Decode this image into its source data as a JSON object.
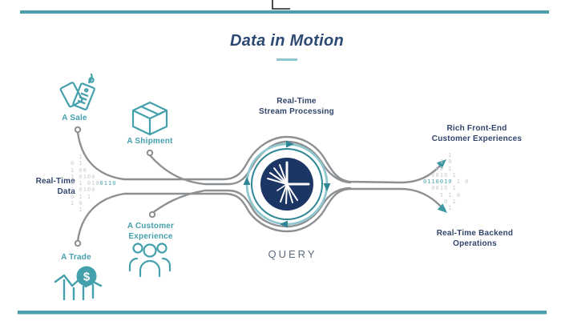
{
  "title": {
    "text": "Data in Motion"
  },
  "colors": {
    "bar_teal": "#499fab",
    "icon_teal": "#44a0ac",
    "ring_light": "#8fc7ce",
    "ring_dark": "#2f8795",
    "navy_text": "#31456b",
    "logo_navy": "#1b3565",
    "flow_gray": "#8d9093",
    "digit_gray": "#c6ccd3",
    "digit_teal": "#4aa3ae"
  },
  "sources": {
    "sale": {
      "label": "A Sale"
    },
    "shipment": {
      "label": "A Shipment"
    },
    "customer": {
      "line1": "A Customer",
      "line2": "Experience"
    },
    "trade": {
      "label": "A Trade"
    },
    "realtime_data": {
      "line1": "Real-Time",
      "line2": "Data"
    }
  },
  "center": {
    "label_line1": "Real-Time",
    "label_line2": "Stream Processing",
    "query": "QUERY"
  },
  "outputs": {
    "front_end": {
      "line1": "Rich Front-End",
      "line2": "Customer Experiences"
    },
    "backend": {
      "line1": "Real-Time Backend",
      "line2": "Operations"
    }
  },
  "icons": {
    "dollar_symbol": "$"
  },
  "binary_left": {
    "rows": [
      {
        "pre": "  1",
        "teal": "",
        "post": ""
      },
      {
        "pre": "0 1",
        "teal": "",
        "post": ""
      },
      {
        "pre": "1 00",
        "teal": "",
        "post": ""
      },
      {
        "pre": "1 0100",
        "teal": "",
        "post": ""
      },
      {
        "pre": "0 1 010",
        "teal": "0110",
        "post": ""
      },
      {
        "pre": "1 0100",
        "teal": "",
        "post": ""
      },
      {
        "pre": "0 1 1",
        "teal": "",
        "post": ""
      },
      {
        "pre": "1 0",
        "teal": "",
        "post": ""
      },
      {
        "pre": "  1",
        "teal": "",
        "post": ""
      }
    ]
  },
  "binary_right": {
    "rows": [
      {
        "pre": "      1",
        "teal": "",
        "post": ""
      },
      {
        "pre": "    1 0",
        "teal": "",
        "post": ""
      },
      {
        "pre": "   00 1",
        "teal": "",
        "post": ""
      },
      {
        "pre": "  0010 1",
        "teal": "",
        "post": ""
      },
      {
        "pre": "",
        "teal": "0110010",
        "post": " 1 0"
      },
      {
        "pre": "  0010 1",
        "teal": "",
        "post": ""
      },
      {
        "pre": "    1 1 0",
        "teal": "",
        "post": ""
      },
      {
        "pre": "     0 1",
        "teal": "",
        "post": ""
      },
      {
        "pre": "      1",
        "teal": "",
        "post": ""
      }
    ]
  }
}
